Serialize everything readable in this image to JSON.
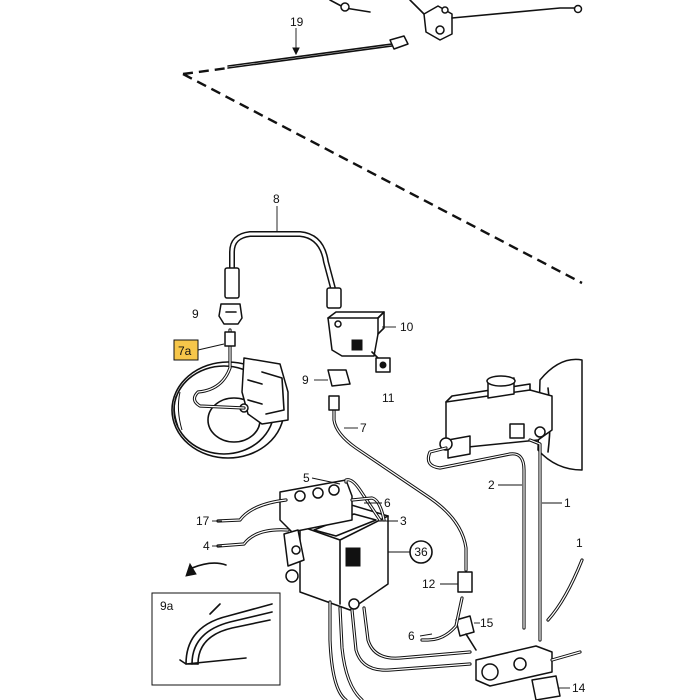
{
  "callouts": {
    "c1": "1",
    "c1b": "1",
    "c2": "2",
    "c3": "3",
    "c4": "4",
    "c5": "5",
    "c6a": "6",
    "c6b": "6",
    "c7": "7",
    "c7a": "7a",
    "c8": "8",
    "c9a": "9",
    "c9b": "9",
    "c9a_inset": "9a",
    "c10": "10",
    "c11": "11",
    "c12": "12",
    "c14": "14",
    "c15": "15",
    "c17": "17",
    "c19": "19",
    "c36": "36"
  },
  "colors": {
    "line": "#111111",
    "highlight_fill": "#f6c64a",
    "background": "#ffffff"
  }
}
